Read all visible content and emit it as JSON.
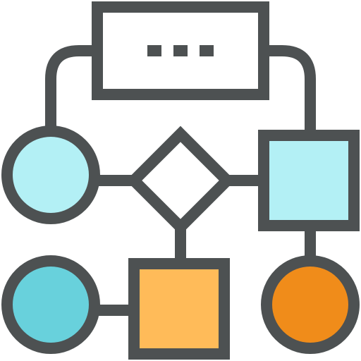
{
  "icon": {
    "name": "flowchart-icon",
    "colors": {
      "stroke": "#4d5152",
      "light_cyan": "#b3f0f5",
      "cyan": "#68d1dc",
      "light_orange": "#ffbb59",
      "orange": "#f08c1a",
      "background": "#ffffff"
    },
    "nodes": [
      {
        "name": "top-process-box",
        "shape": "rectangle",
        "fill": "background",
        "content": "ellipsis"
      },
      {
        "name": "decision-diamond",
        "shape": "diamond",
        "fill": "background"
      },
      {
        "name": "left-circle-node",
        "shape": "circle",
        "fill": "light_cyan"
      },
      {
        "name": "right-square-node",
        "shape": "square",
        "fill": "light_cyan"
      },
      {
        "name": "bottom-left-circle-node",
        "shape": "circle",
        "fill": "cyan"
      },
      {
        "name": "bottom-center-square-node",
        "shape": "square",
        "fill": "light_orange"
      },
      {
        "name": "bottom-right-circle-node",
        "shape": "circle",
        "fill": "orange"
      }
    ]
  }
}
